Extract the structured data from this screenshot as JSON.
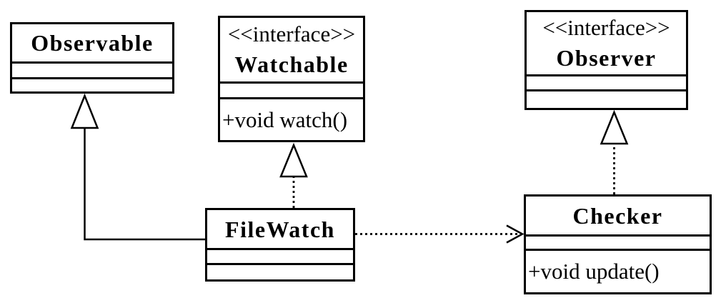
{
  "classes": {
    "observable": {
      "name": "Observable"
    },
    "watchable": {
      "stereotype": "<<interface>>",
      "name": "Watchable",
      "operation": "+void watch()"
    },
    "observer": {
      "stereotype": "<<interface>>",
      "name": "Observer"
    },
    "filewatch": {
      "name": "FileWatch"
    },
    "checker": {
      "name": "Checker",
      "operation": "+void update()"
    }
  },
  "relationships": [
    {
      "from": "FileWatch",
      "to": "Observable",
      "type": "generalization",
      "line": "solid",
      "arrowhead": "hollow-triangle"
    },
    {
      "from": "FileWatch",
      "to": "Watchable",
      "type": "realization",
      "line": "dotted",
      "arrowhead": "hollow-triangle"
    },
    {
      "from": "Checker",
      "to": "Observer",
      "type": "realization",
      "line": "dotted",
      "arrowhead": "hollow-triangle"
    },
    {
      "from": "FileWatch",
      "to": "Checker",
      "type": "dependency",
      "line": "dotted",
      "arrowhead": "open"
    }
  ],
  "colors": {
    "stroke": "#000000",
    "text": "#000000",
    "background": "#ffffff",
    "box_fill": "#ffffff"
  }
}
